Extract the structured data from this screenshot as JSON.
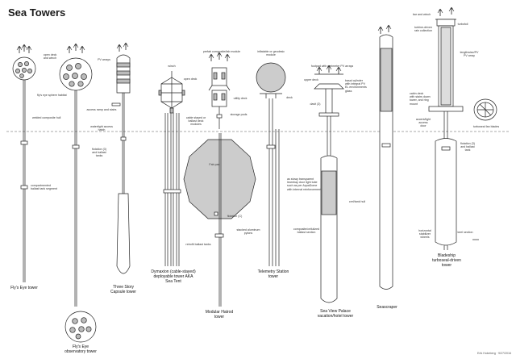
{
  "title": "Sea Towers",
  "credit": "Erik Hokeberg · 9/27/2016",
  "towers": {
    "flys_eye": "Fly's Eye tower",
    "flys_eye_observatory": "Fly's Eye\nobservatory tower",
    "three_story": "Three Story\nCapsule tower",
    "dymaxion": "Dymaxion (cable-stayed)\ndeployable tower AKA\nSea Tent",
    "modular": "Modular Hatrod\ntower",
    "telemetry": "Telemetry Station\ntower",
    "sea_view": "Sea View Palace\nvacation/hotel tower",
    "seascraper": "Seascraper",
    "bladeship": "Bladeship\nturboseal-driven\ntower"
  },
  "labels": {
    "open_deck_and_winch": "open deck\nand winch",
    "flys_eye_sphere": "fly's eye sphere habitat",
    "welded_hull": "welded composite hull",
    "compartmented_ballast": "compartmented\nballast tank segment",
    "pv_arrays": "PV arrays",
    "access_ramp": "access ramp and stairs",
    "watertight_access": "watertight access\nhatch",
    "flotation_ballast": "flotation (3)\nand ballast\ntanks",
    "winch": "winch",
    "open_deck": "open deck",
    "cable_stayed": "cable stayed or\nballast deck\nmodules",
    "fabric": "Fab pan",
    "flotation_c": "flotation (C)",
    "retrofit_ballast": "retrofit ballast tanks",
    "stacked_pylons": "stacked aluminum pylons",
    "prefab_composite": "prefab composite/tab module",
    "utility_deck": "utility deck",
    "storage_pods": "storage pods",
    "inflatable_geodesic": "inflatable or geodesic\nmodule",
    "telemetry_deck": "deck",
    "airstay_transparent": "as stowy transparent\nlearnbay door light tube\nsuch as per AquaDome\nwith internal reinforcement",
    "composite_ballast": "composite/ceilulized\nballast section",
    "footpad_pv": "footpad with perimeter PV arrays",
    "upper_deck": "upper deck",
    "davit": "davit (3)",
    "basal_cylinder": "basal cylinder\nwith integral PV\nEL environments\nglass",
    "cerl_hull": "cerl/tank hull",
    "bar_and_winch": "bar and winch",
    "turbine_driven_rain": "turbine-driven\nrain collection",
    "lengthwise_pv": "lengthwise/PV\nPV array",
    "cabin_deck": "cabin deck\nwith stairs down\ntower, and ring\nmount",
    "accent_access": "accent/light\naccess\ndoor",
    "flotation_ballast2": "flotation (3)\nand ballast\ntank",
    "horizontal_stabilizer": "horizontal\nstabilizer\nwheels",
    "keel_section": "keel section",
    "turbine_fan_blades": "turboseal fan blades",
    "turbofoil": "turbofoil"
  },
  "icons": {
    "crane": "crane-hook-icon",
    "waterline": "waterline-dashed"
  }
}
